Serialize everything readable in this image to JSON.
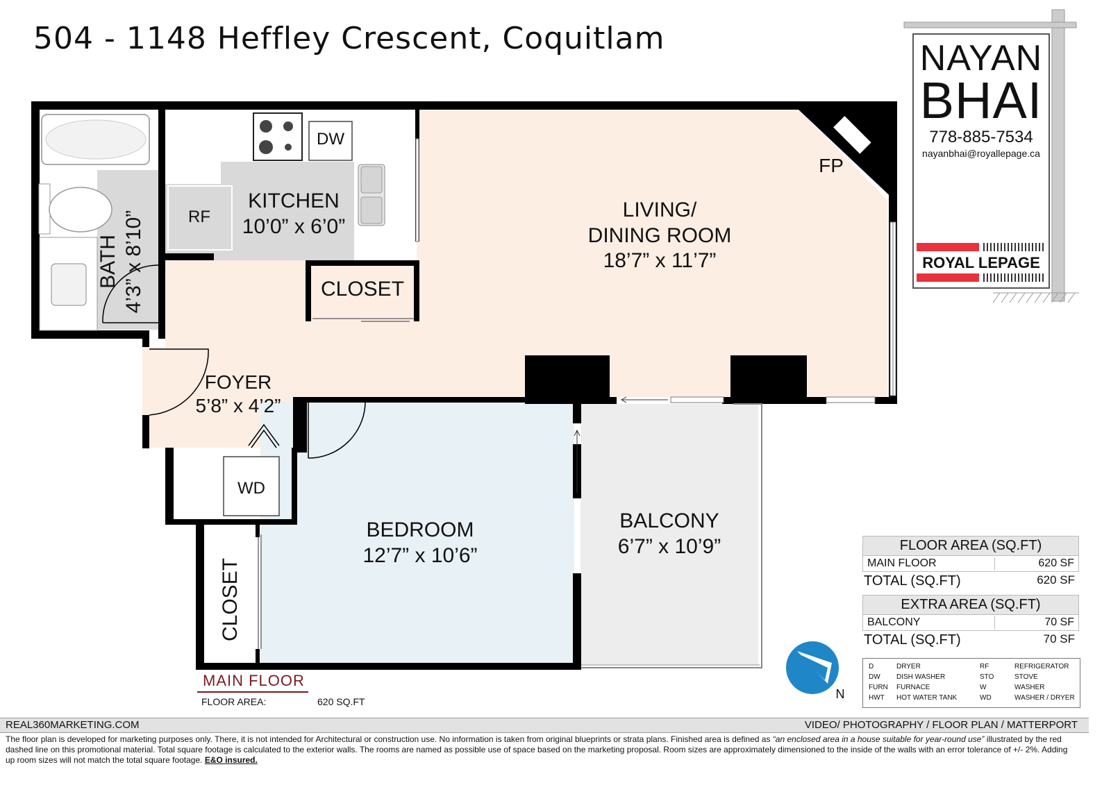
{
  "title": "504 - 1148 Heffley Crescent, Coquitlam",
  "rooms": {
    "living": {
      "name_1": "LIVING/",
      "name_2": "DINING ROOM",
      "size": "18’7” x 11’7”"
    },
    "kitchen": {
      "name": "KITCHEN",
      "size": "10’0” x 6’0”"
    },
    "bath": {
      "name": "BATH",
      "size": "4’3” x 8’10”"
    },
    "foyer": {
      "name": "FOYER",
      "size": "5’8” x 4’2”"
    },
    "bedroom": {
      "name": "BEDROOM",
      "size": "12’7” x 10’6”"
    },
    "balcony": {
      "name": "BALCONY",
      "size": "6’7” x 10’9”"
    },
    "closet_top": "CLOSET",
    "closet_bedroom": "CLOSET"
  },
  "fixtures": {
    "rf": "RF",
    "dw": "DW",
    "wd": "WD",
    "fp": "FP",
    "north": "N"
  },
  "colors": {
    "living": "#fdeee4",
    "bedroom": "#e8f1f5",
    "balcony": "#ededed",
    "kitchen": "#d9d9d9",
    "wall": "#000000",
    "compass": "#1f86c8",
    "brand_red": "#e8323e",
    "floor_label": "#7a1b22"
  },
  "agent": {
    "first_name": "NAYAN",
    "last_name": "BHAI",
    "phone": "778-885-7534",
    "email": "nayanbhai@royallepage.ca",
    "brand": "ROYAL LEPAGE"
  },
  "floor_area_table": {
    "header": "FLOOR AREA (SQ.FT)",
    "rows": [
      {
        "label": "MAIN FLOOR",
        "value": "620 SF"
      }
    ],
    "total_label": "TOTAL (SQ.FT)",
    "total_value": "620 SF"
  },
  "extra_area_table": {
    "header": "EXTRA AREA (SQ.FT)",
    "rows": [
      {
        "label": "BALCONY",
        "value": "70 SF"
      }
    ],
    "total_label": "TOTAL (SQ.FT)",
    "total_value": "70 SF"
  },
  "legend": [
    {
      "code": "D",
      "desc": "DRYER"
    },
    {
      "code": "DW",
      "desc": "DISH WASHER"
    },
    {
      "code": "FURN",
      "desc": "FURNACE"
    },
    {
      "code": "HWT",
      "desc": "HOT WATER TANK"
    },
    {
      "code": "RF",
      "desc": "REFRIGERATOR"
    },
    {
      "code": "STO",
      "desc": "STOVE"
    },
    {
      "code": "W",
      "desc": "WASHER"
    },
    {
      "code": "WD",
      "desc": "WASHER / DRYER"
    }
  ],
  "floor": {
    "title": "MAIN FLOOR",
    "area_label": "FLOOR AREA:",
    "area_value": "620 SQ.FT"
  },
  "footer": {
    "left": "REAL360MARKETING.COM",
    "right": "VIDEO/ PHOTOGRAPHY / FLOOR PLAN / MATTERPORT",
    "disclaimer_1": "The floor plan is developed for marketing purposes only. There, it is not intended for Architectural or construction use. No information is  taken from original blueprints or strata plans. Finished area is defined as ",
    "disclaimer_quote": "“an enclosed area in a house suitable for year-round use”",
    "disclaimer_2": " illustrated by the red dashed line on this promotional material. Total square footage is calculated to the exterior walls. The rooms are named as possible use of space based on the marketing proposal. Room sizes are approximately dimensioned to the inside of the walls with an error tolerance of +/- 2%. Adding up room sizes will not match the total square footage. ",
    "disclaimer_end": "E&O insured."
  }
}
